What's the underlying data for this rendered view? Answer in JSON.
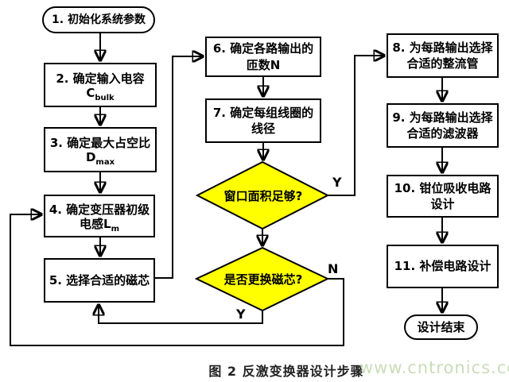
{
  "diagram": {
    "caption": "图 2 反激变换器设计步骤",
    "watermark": "www.cntronics.com",
    "colors": {
      "decision_fill": "#ffff00",
      "line_color": "#000000",
      "box_fill": "#ffffff",
      "watermark_color": "#c9ddb9"
    },
    "nodes": {
      "start": {
        "label": "1. 初始化系统参数"
      },
      "n2": {
        "line1": "2. 确定输入电容",
        "sym": "C",
        "sub": "bulk"
      },
      "n3": {
        "line1": "3. 确定最大占空比",
        "sym": "D",
        "sub": "max"
      },
      "n4": {
        "line1": "4. 确定变压器初级",
        "sym": "电感L",
        "sub": "m"
      },
      "n5": {
        "label": "5. 选择合适的磁芯"
      },
      "n6": {
        "line1": "6. 确定各路输出的",
        "line2": "匝数N"
      },
      "n7": {
        "line1": "7. 确定每组线圈的",
        "line2": "线径"
      },
      "d1": {
        "label": "窗口面积足够?"
      },
      "d2": {
        "label": "是否更换磁芯?"
      },
      "n8": {
        "line1": "8. 为每路输出选择",
        "line2": "合适的整流管"
      },
      "n9": {
        "line1": "9. 为每路输出选择",
        "line2": "合适的滤波器"
      },
      "n10": {
        "line1": "10. 钳位吸收电路",
        "line2": "设计"
      },
      "n11": {
        "label": "11. 补偿电路设计"
      },
      "end": {
        "label": "设计结束"
      }
    },
    "edge_labels": {
      "d1_yes": "Y",
      "d2_no": "N",
      "d2_yes": "Y"
    }
  }
}
